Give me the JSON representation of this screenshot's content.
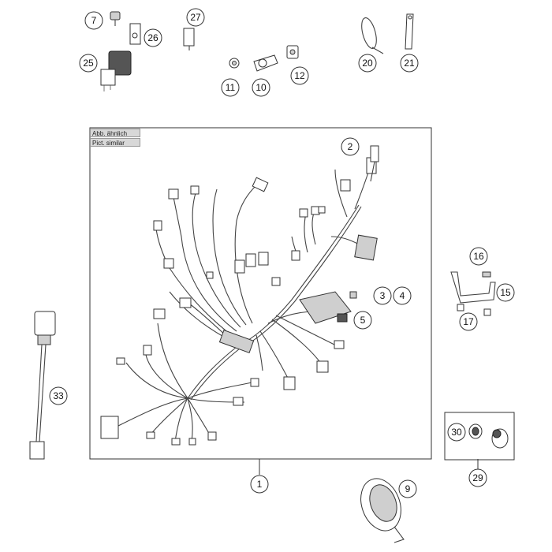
{
  "note": {
    "line1": "Abb. ähnlich",
    "line2": "Pict. similar"
  },
  "callouts": {
    "c1": "1",
    "c2": "2",
    "c3": "3",
    "c4": "4",
    "c5": "5",
    "c7": "7",
    "c9": "9",
    "c10": "10",
    "c11": "11",
    "c12": "12",
    "c15": "15",
    "c16": "16",
    "c17": "17",
    "c20": "20",
    "c21": "21",
    "c25": "25",
    "c26": "26",
    "c27": "27",
    "c29": "29",
    "c30": "30",
    "c33": "33"
  }
}
